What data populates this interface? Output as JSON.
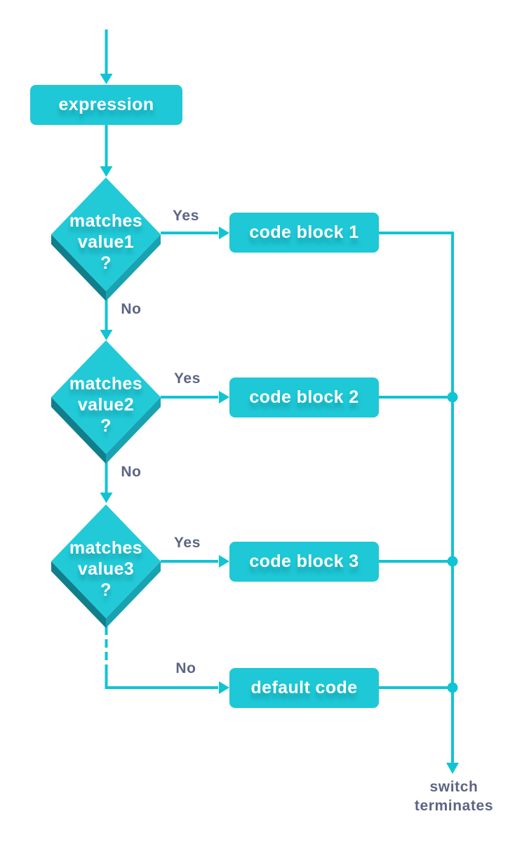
{
  "colors": {
    "background": "#FFFFFF",
    "accent": "#10C4D4",
    "node_fill": "#1EC8D6",
    "diamond_fill": "#22CAD8",
    "diamond_side_dark": "#117E8C",
    "diamond_side_light": "#18A2B2",
    "node_text": "#FFFFFF",
    "label_text": "#5D6484"
  },
  "flowchart": {
    "start": {
      "label": "expression"
    },
    "decisions": [
      {
        "lines": [
          "matches",
          "value1",
          "?"
        ],
        "yes": "Yes",
        "no": "No"
      },
      {
        "lines": [
          "matches",
          "value2",
          "?"
        ],
        "yes": "Yes",
        "no": "No"
      },
      {
        "lines": [
          "matches",
          "value3",
          "?"
        ],
        "yes": "Yes",
        "no": "No"
      }
    ],
    "code_blocks": [
      {
        "label": "code block 1"
      },
      {
        "label": "code block 2"
      },
      {
        "label": "code block 3"
      },
      {
        "label": "default code"
      }
    ],
    "terminator": {
      "line1": "switch",
      "line2": "terminates"
    }
  }
}
